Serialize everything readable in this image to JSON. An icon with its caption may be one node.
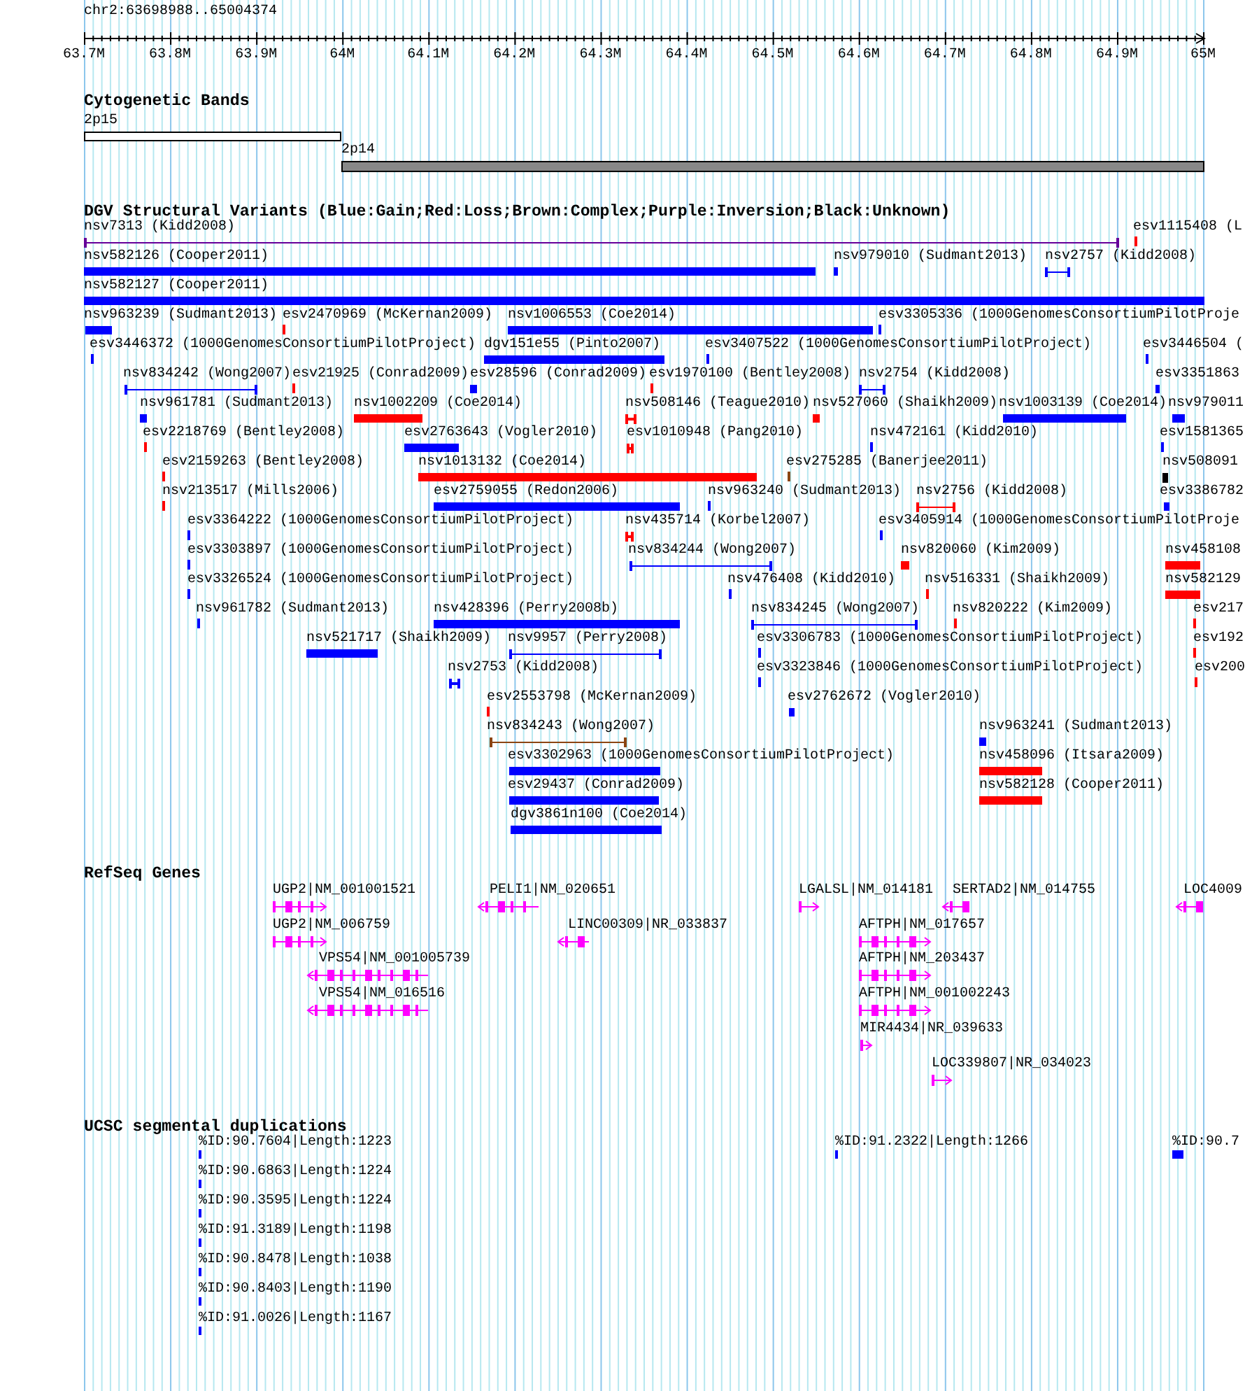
{
  "diagram": {
    "labels": [
      "chr2:63698988..65004374",
      "63.7M",
      "63.8M",
      "63.9M",
      "64M",
      "64.1M",
      "64.2M",
      "64.3M",
      "64.4M",
      "64.5M",
      "64.6M",
      "64.7M",
      "64.8M",
      "64.9M",
      "65M",
      "Cytogenetic Bands",
      "2p15",
      "2p14",
      "DGV Structural Variants (Blue:Gain;Red:Loss;Brown:Complex;Purple:Inversion;Black:Unknown)",
      "nsv7313 (Kidd2008)",
      "esv1115408 (L",
      "nsv582126 (Cooper2011)",
      "nsv979010 (Sudmant2013)",
      "nsv2757 (Kidd2008)",
      "nsv582127 (Cooper2011)",
      "nsv963239 (Sudmant2013)",
      "esv2470969 (McKernan2009)",
      "nsv1006553 (Coe2014)",
      "esv3305336 (1000GenomesConsortiumPilotProje",
      "esv3446372 (1000GenomesConsortiumPilotProject)",
      "dgv151e55 (Pinto2007)",
      "esv3407522 (1000GenomesConsortiumPilotProject)",
      "esv3446504 (",
      "nsv834242 (Wong2007)",
      "esv21925 (Conrad2009)",
      "esv28596 (Conrad2009)",
      "esv1970100 (Bentley2008)",
      "nsv2754 (Kidd2008)",
      "esv3351863",
      "nsv961781 (Sudmant2013)",
      "nsv1002209 (Coe2014)",
      "nsv508146 (Teague2010)",
      "nsv527060 (Shaikh2009)",
      "nsv1003139 (Coe2014)",
      "nsv979011",
      "esv2218769 (Bentley2008)",
      "esv2763643 (Vogler2010)",
      "esv1010948 (Pang2010)",
      "nsv472161 (Kidd2010)",
      "esv1581365",
      "esv2159263 (Bentley2008)",
      "nsv1013132 (Coe2014)",
      "esv275285 (Banerjee2011)",
      "nsv508091",
      "nsv213517 (Mills2006)",
      "esv2759055 (Redon2006)",
      "nsv963240 (Sudmant2013)",
      "nsv2756 (Kidd2008)",
      "esv3386782",
      "esv3364222 (1000GenomesConsortiumPilotProject)",
      "nsv435714 (Korbel2007)",
      "esv3405914 (1000GenomesConsortiumPilotProje",
      "esv3303897 (1000GenomesConsortiumPilotProject)",
      "nsv834244 (Wong2007)",
      "nsv820060 (Kim2009)",
      "nsv458108",
      "esv3326524 (1000GenomesConsortiumPilotProject)",
      "nsv476408 (Kidd2010)",
      "nsv516331 (Shaikh2009)",
      "nsv582129",
      "nsv961782 (Sudmant2013)",
      "nsv428396 (Perry2008b)",
      "nsv834245 (Wong2007)",
      "nsv820222 (Kim2009)",
      "esv217",
      "nsv521717 (Shaikh2009)",
      "nsv9957 (Perry2008)",
      "esv3306783 (1000GenomesConsortiumPilotProject)",
      "esv192",
      "nsv2753 (Kidd2008)",
      "esv3323846 (1000GenomesConsortiumPilotProject)",
      "esv200",
      "esv2553798 (McKernan2009)",
      "esv2762672 (Vogler2010)",
      "nsv834243 (Wong2007)",
      "nsv963241 (Sudmant2013)",
      "esv3302963 (1000GenomesConsortiumPilotProject)",
      "nsv458096 (Itsara2009)",
      "esv29437 (Conrad2009)",
      "nsv582128 (Cooper2011)",
      "dgv3861n100 (Coe2014)",
      "RefSeq Genes",
      "UGP2|NM_001001521",
      "PELI1|NM_020651",
      "LGALSL|NM_014181",
      "SERTAD2|NM_014755",
      "LOC4009",
      "UGP2|NM_006759",
      "LINC00309|NR_033837",
      "AFTPH|NM_017657",
      "VPS54|NM_001005739",
      "AFTPH|NM_203437",
      "VPS54|NM_016516",
      "AFTPH|NM_001002243",
      "MIR4434|NR_039633",
      "LOC339807|NR_034023",
      "UCSC segmental duplications",
      "%ID:90.7604|Length:1223",
      "%ID:91.2322|Length:1266",
      "%ID:90.7",
      "%ID:90.6863|Length:1224",
      "%ID:90.3595|Length:1224",
      "%ID:91.3189|Length:1198",
      "%ID:90.8478|Length:1038",
      "%ID:90.8403|Length:1190",
      "%ID:91.0026|Length:1167"
    ]
  }
}
